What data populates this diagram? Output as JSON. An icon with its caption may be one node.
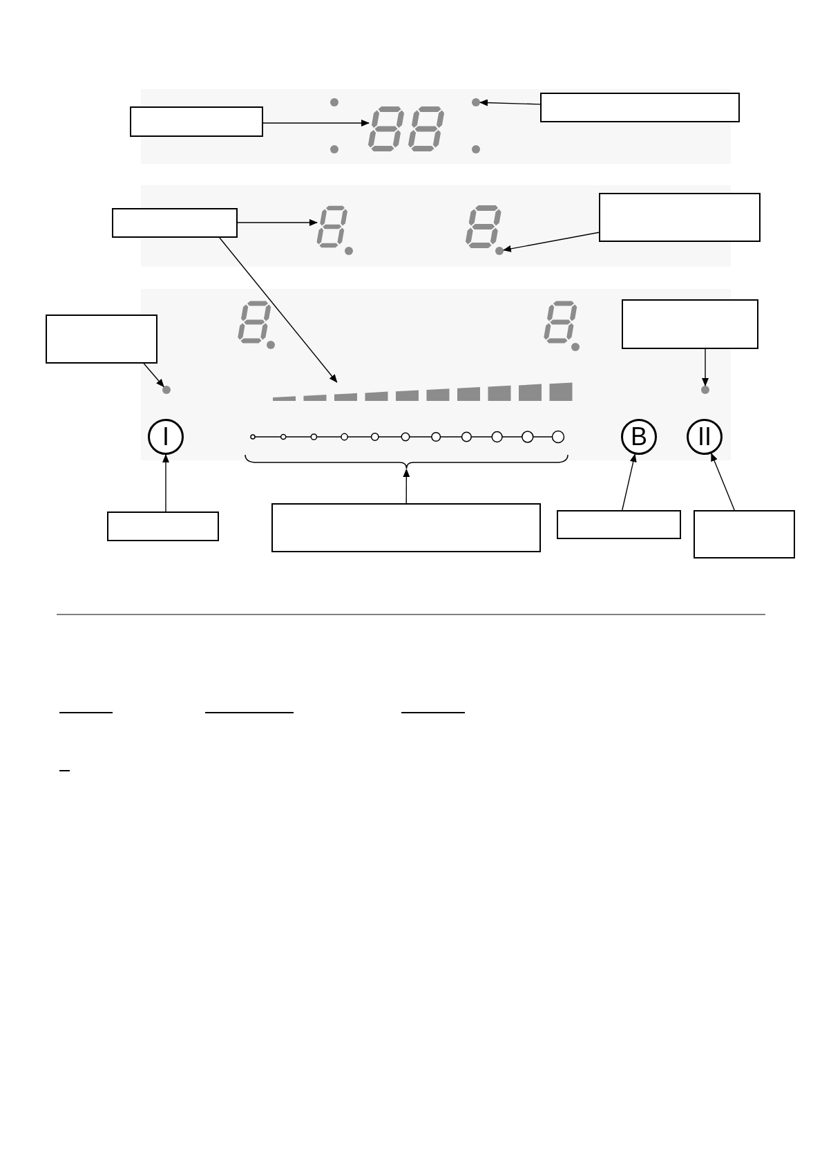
{
  "diagram": {
    "nodes": [
      {
        "text": [],
        "shape": "box"
      },
      {
        "text": [],
        "shape": "display"
      },
      {
        "text": [],
        "shape": "circle"
      },
      {
        "text": [],
        "shape": "box"
      },
      {
        "text": [],
        "shape": "box"
      },
      {
        "text": [],
        "shape": "display"
      },
      {
        "text": [],
        "shape": "circle"
      },
      {
        "text": [],
        "shape": "box"
      },
      {
        "text": [],
        "shape": "box"
      },
      {
        "text": [],
        "shape": "box"
      },
      {
        "text": [],
        "shape": "circle"
      },
      {
        "text": [],
        "shape": "circle"
      },
      {
        "text": [],
        "shape": "bar"
      },
      {
        "text": [
          "I"
        ]
      },
      {
        "text": [],
        "shape": "brace"
      },
      {
        "text": [
          "B"
        ]
      },
      {
        "text": [
          "II"
        ]
      },
      {
        "text": [],
        "shape": "box"
      },
      {
        "text": [],
        "shape": "box"
      },
      {
        "text": [],
        "shape": "box"
      },
      {
        "text": [],
        "shape": "box"
      }
    ],
    "edges": [
      {
        "from": 0,
        "to": 1,
        "arrow": "to"
      },
      {
        "from": 3,
        "to": 2,
        "arrow": "to"
      },
      {
        "from": 4,
        "to": 5,
        "arrow": "to"
      },
      {
        "from": 4,
        "to": 12,
        "arrow": "to"
      },
      {
        "from": 7,
        "to": 6,
        "arrow": "to"
      },
      {
        "from": 8,
        "to": 10,
        "arrow": "to"
      },
      {
        "from": 9,
        "to": 11,
        "arrow": "to"
      },
      {
        "from": 17,
        "to": 13,
        "arrow": "to"
      },
      {
        "from": 18,
        "to": 14,
        "arrow": "to"
      },
      {
        "from": 19,
        "to": 15,
        "arrow": "to"
      },
      {
        "from": 20,
        "to": 16,
        "arrow": "to"
      }
    ]
  }
}
